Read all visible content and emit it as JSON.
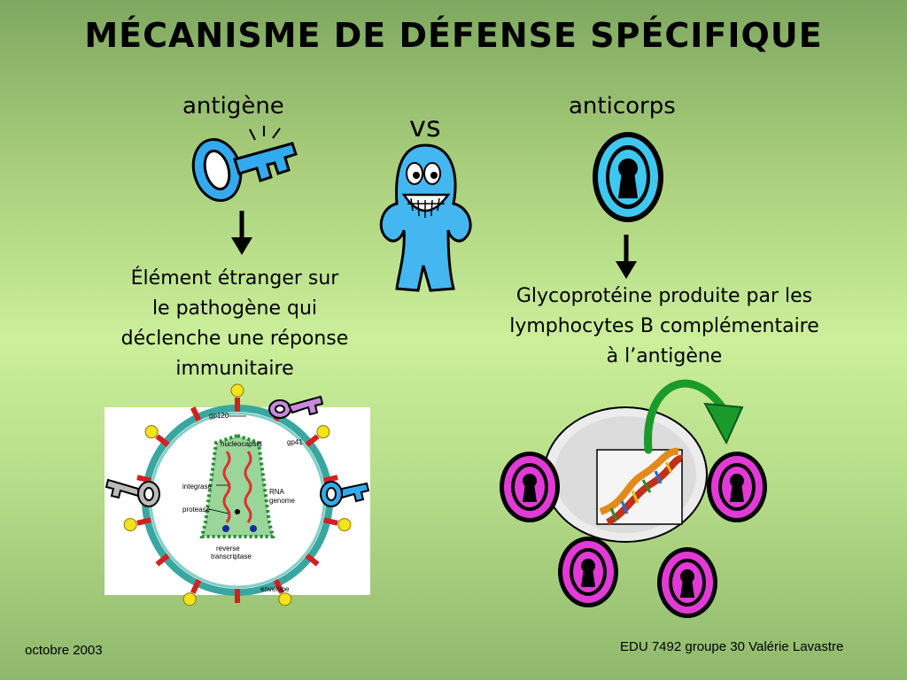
{
  "slide": {
    "title": "MÉCANISME DE DÉFENSE SPÉCIFIQUE",
    "left_label": "antigène",
    "vs_label": "vs",
    "right_label": "anticorps",
    "antigen_definition": [
      "Élément étranger sur",
      "le pathogène qui",
      "déclenche une réponse",
      "immunitaire"
    ],
    "antibody_definition": [
      "Glycoprotéine produite par les",
      "lymphocytes B complémentaire",
      "à l’antigène"
    ]
  },
  "virus_diagram": {
    "labels": {
      "gp120": "gp120",
      "gp41": "gp41",
      "nucleocapsid": "nucleocapsid",
      "integrase": "integrase",
      "protease": "protease",
      "rna": "RNA",
      "genome": "genome",
      "reverse": "reverse",
      "transcriptase": "transcriptase",
      "envelope": "envelope"
    }
  },
  "footer": {
    "date": "octobre 2003",
    "credit": "EDU 7492 groupe 30 Valérie Lavastre"
  },
  "colors": {
    "key_blue": "#33aaee",
    "lock_cyan": "#3ec8f0",
    "lock_magenta": "#e23ad6",
    "arrow_green": "#1a9a2a",
    "envelope_teal": "#3aa6a0"
  },
  "icons": [
    "key-icon",
    "lock-icon",
    "cartoon-character",
    "virus-diagram",
    "dna-icon",
    "down-arrow-icon",
    "curved-arrow-icon"
  ]
}
